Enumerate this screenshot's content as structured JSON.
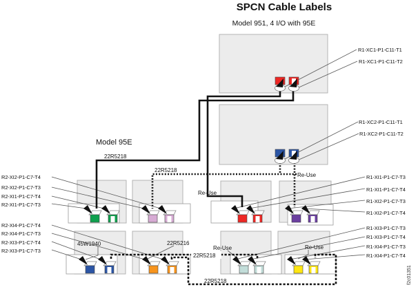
{
  "title": "SPCN Cable Labels",
  "subtitle": "Model 951, 4 I/O with 95E",
  "figure_id": "f2c01351",
  "annotations": {
    "model_95e": "Model 95E",
    "cable_22r5218_a": "22R5218",
    "cable_22r5218_b": "22R5218",
    "cable_22r5218_c": "22R5218",
    "cable_22r5218_d": "22R5218",
    "cable_22r5216": "22R5216",
    "cable_45w1940": "45W1940",
    "reuse_red": "Re-Use",
    "reuse_purple": "Re-Use",
    "reuse_teal": "Re-Use",
    "reuse_yellow": "Re-Use"
  },
  "connector_labels": {
    "rack1": [
      "R1-XC1-P1-C11-T1",
      "R1-XC1-P1-C11-T2"
    ],
    "rack2": [
      "R1-XC2-P1-C11-T1",
      "R1-XC2-P1-C11-T2"
    ],
    "right_row1": [
      "R1-XI1-P1-C7-T3",
      "R1-XI1-P1-C7-T4",
      "R1-XI2-P1-C7-T3",
      "R1-XI2-P1-C7-T4"
    ],
    "right_row2": [
      "R1-XI3-P1-C7-T3",
      "R1-XI3-P1-C7-T4",
      "R1-XI4-P1-C7-T3",
      "R1-XI4-P1-C7-T4"
    ],
    "left_row1": [
      "R2-XI2-P1-C7-T4",
      "R2-XI2-P1-C7-T3",
      "R2-XI1-P1-C7-T4",
      "R2-XI1-P1-C7-T3"
    ],
    "left_row2": [
      "R2-XI4-P1-C7-T4",
      "R2-XI4-P1-C7-T3",
      "R2-XI3-P1-C7-T4",
      "R2-XI3-P1-C7-T3"
    ]
  },
  "colors": {
    "red": "#ee2724",
    "blue": "#2b55a5",
    "green": "#0fa14e",
    "pink": "#d7abd4",
    "purple": "#6b3fa0",
    "orange": "#f7941d",
    "teal": "#c2ddd9",
    "yellow": "#ffe612",
    "box_fill": "#ececec",
    "cable": "#121212"
  }
}
